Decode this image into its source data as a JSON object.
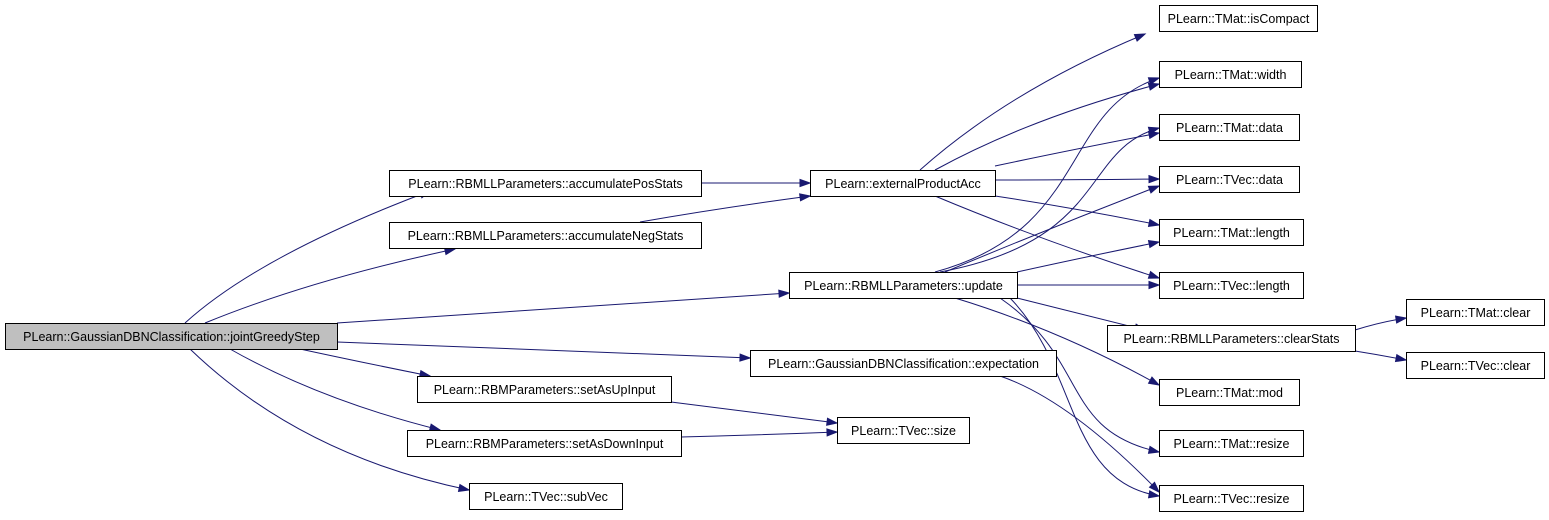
{
  "root": "jointGreedyStep",
  "nodes": [
    {
      "id": "jointGreedyStep",
      "label": "PLearn::GaussianDBNClassification::jointGreedyStep",
      "highlighted": true
    },
    {
      "id": "accumulatePosStats",
      "label": "PLearn::RBMLLParameters::accumulatePosStats"
    },
    {
      "id": "accumulateNegStats",
      "label": "PLearn::RBMLLParameters::accumulateNegStats"
    },
    {
      "id": "setAsUpInput",
      "label": "PLearn::RBMParameters::setAsUpInput"
    },
    {
      "id": "setAsDownInput",
      "label": "PLearn::RBMParameters::setAsDownInput"
    },
    {
      "id": "subVec",
      "label": "PLearn::TVec::subVec"
    },
    {
      "id": "externalProductAcc",
      "label": "PLearn::externalProductAcc"
    },
    {
      "id": "update",
      "label": "PLearn::RBMLLParameters::update"
    },
    {
      "id": "expectation",
      "label": "PLearn::GaussianDBNClassification::expectation"
    },
    {
      "id": "tvecSize",
      "label": "PLearn::TVec::size"
    },
    {
      "id": "isCompact",
      "label": "PLearn::TMat::isCompact"
    },
    {
      "id": "tmatWidth",
      "label": "PLearn::TMat::width"
    },
    {
      "id": "tmatData",
      "label": "PLearn::TMat::data"
    },
    {
      "id": "tvecData",
      "label": "PLearn::TVec::data"
    },
    {
      "id": "tmatLength",
      "label": "PLearn::TMat::length"
    },
    {
      "id": "tvecLength",
      "label": "PLearn::TVec::length"
    },
    {
      "id": "clearStats",
      "label": "PLearn::RBMLLParameters::clearStats"
    },
    {
      "id": "tmatMod",
      "label": "PLearn::TMat::mod"
    },
    {
      "id": "tmatResize",
      "label": "PLearn::TMat::resize"
    },
    {
      "id": "tvecResize",
      "label": "PLearn::TVec::resize"
    },
    {
      "id": "tmatClear",
      "label": "PLearn::TMat::clear"
    },
    {
      "id": "tvecClear",
      "label": "PLearn::TVec::clear"
    }
  ],
  "edges": [
    {
      "from": "jointGreedyStep",
      "to": "accumulatePosStats"
    },
    {
      "from": "jointGreedyStep",
      "to": "accumulateNegStats"
    },
    {
      "from": "jointGreedyStep",
      "to": "update"
    },
    {
      "from": "jointGreedyStep",
      "to": "expectation"
    },
    {
      "from": "jointGreedyStep",
      "to": "setAsUpInput"
    },
    {
      "from": "jointGreedyStep",
      "to": "setAsDownInput"
    },
    {
      "from": "jointGreedyStep",
      "to": "subVec"
    },
    {
      "from": "accumulatePosStats",
      "to": "externalProductAcc"
    },
    {
      "from": "accumulateNegStats",
      "to": "externalProductAcc"
    },
    {
      "from": "externalProductAcc",
      "to": "isCompact"
    },
    {
      "from": "externalProductAcc",
      "to": "tmatWidth"
    },
    {
      "from": "externalProductAcc",
      "to": "tmatData"
    },
    {
      "from": "externalProductAcc",
      "to": "tvecData"
    },
    {
      "from": "externalProductAcc",
      "to": "tmatLength"
    },
    {
      "from": "externalProductAcc",
      "to": "tvecLength"
    },
    {
      "from": "update",
      "to": "tmatWidth"
    },
    {
      "from": "update",
      "to": "tmatData"
    },
    {
      "from": "update",
      "to": "tvecData"
    },
    {
      "from": "update",
      "to": "tmatLength"
    },
    {
      "from": "update",
      "to": "tvecLength"
    },
    {
      "from": "update",
      "to": "clearStats"
    },
    {
      "from": "update",
      "to": "tmatMod"
    },
    {
      "from": "update",
      "to": "tmatResize"
    },
    {
      "from": "update",
      "to": "tvecResize"
    },
    {
      "from": "clearStats",
      "to": "tmatClear"
    },
    {
      "from": "clearStats",
      "to": "tvecClear"
    },
    {
      "from": "expectation",
      "to": "tvecResize"
    },
    {
      "from": "setAsUpInput",
      "to": "tvecSize"
    },
    {
      "from": "setAsDownInput",
      "to": "tvecSize"
    }
  ]
}
